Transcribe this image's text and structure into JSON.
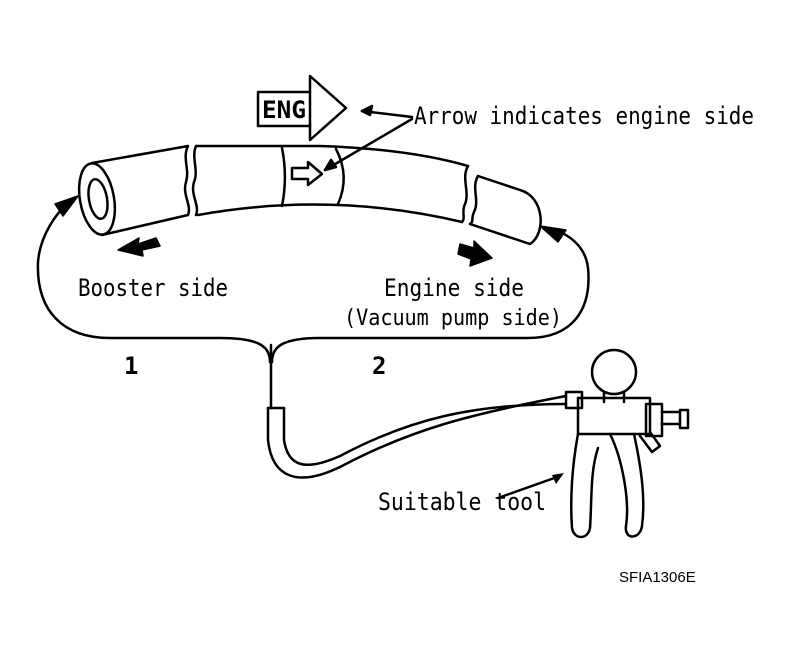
{
  "labels": {
    "eng_badge": "ENG",
    "arrow_note": "Arrow indicates engine side",
    "booster_side": "Booster side",
    "engine_side": "Engine side",
    "vacuum_pump_side": "(Vacuum pump side)",
    "hose_1": "1",
    "hose_2": "2",
    "tool": "Suitable tool",
    "figure_code": "SFIA1306E"
  },
  "colors": {
    "ink": "#000000",
    "paper": "#ffffff"
  }
}
